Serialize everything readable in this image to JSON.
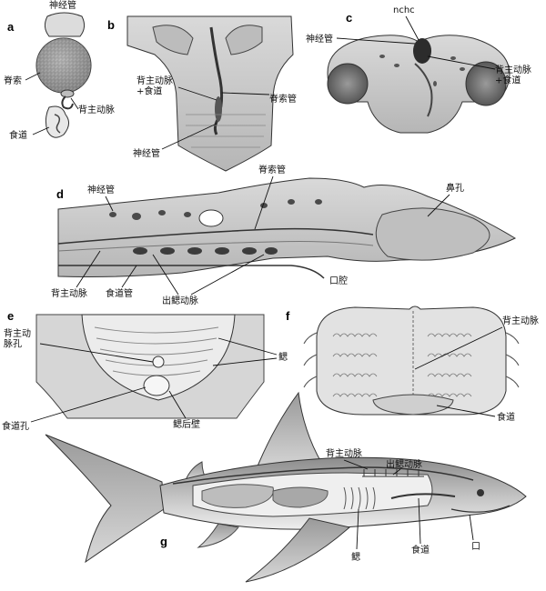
{
  "panels": {
    "a": {
      "letter": "a",
      "labels": {
        "neural_tube": "神经管",
        "notochord": "脊索",
        "dorsal_aorta": "背主动脉",
        "esophagus": "食道"
      }
    },
    "b": {
      "letter": "b",
      "labels": {
        "aorta_esophagus": "背主动脉\n+食道",
        "notochord_canal": "脊索管",
        "neural_tube": "神经管"
      }
    },
    "c": {
      "letter": "c",
      "labels": {
        "nchc": "nchc",
        "neural_tube": "神经管",
        "aorta_esophagus": "背主动脉\n+食道"
      }
    },
    "d": {
      "letter": "d",
      "labels": {
        "neural_tube": "神经管",
        "notochord_canal": "脊索管",
        "nostril": "鼻孔",
        "dorsal_aorta": "背主动脉",
        "esophageal_tube": "食道管",
        "efferent_artery": "出鳃动脉",
        "oral_cavity": "口腔"
      }
    },
    "e": {
      "letter": "e",
      "labels": {
        "aortic_foramen": "背主动\n脉孔",
        "gill": "鳃",
        "esophageal_foramen": "食道孔",
        "gill_wall": "鳃后壁"
      }
    },
    "f": {
      "letter": "f",
      "labels": {
        "dorsal_aorta": "背主动脉",
        "esophagus": "食道"
      }
    },
    "g": {
      "letter": "g",
      "labels": {
        "dorsal_aorta": "背主动脉",
        "efferent_artery": "出鳃动脉",
        "gill": "鳃",
        "esophagus": "食道",
        "mouth": "口"
      }
    }
  }
}
